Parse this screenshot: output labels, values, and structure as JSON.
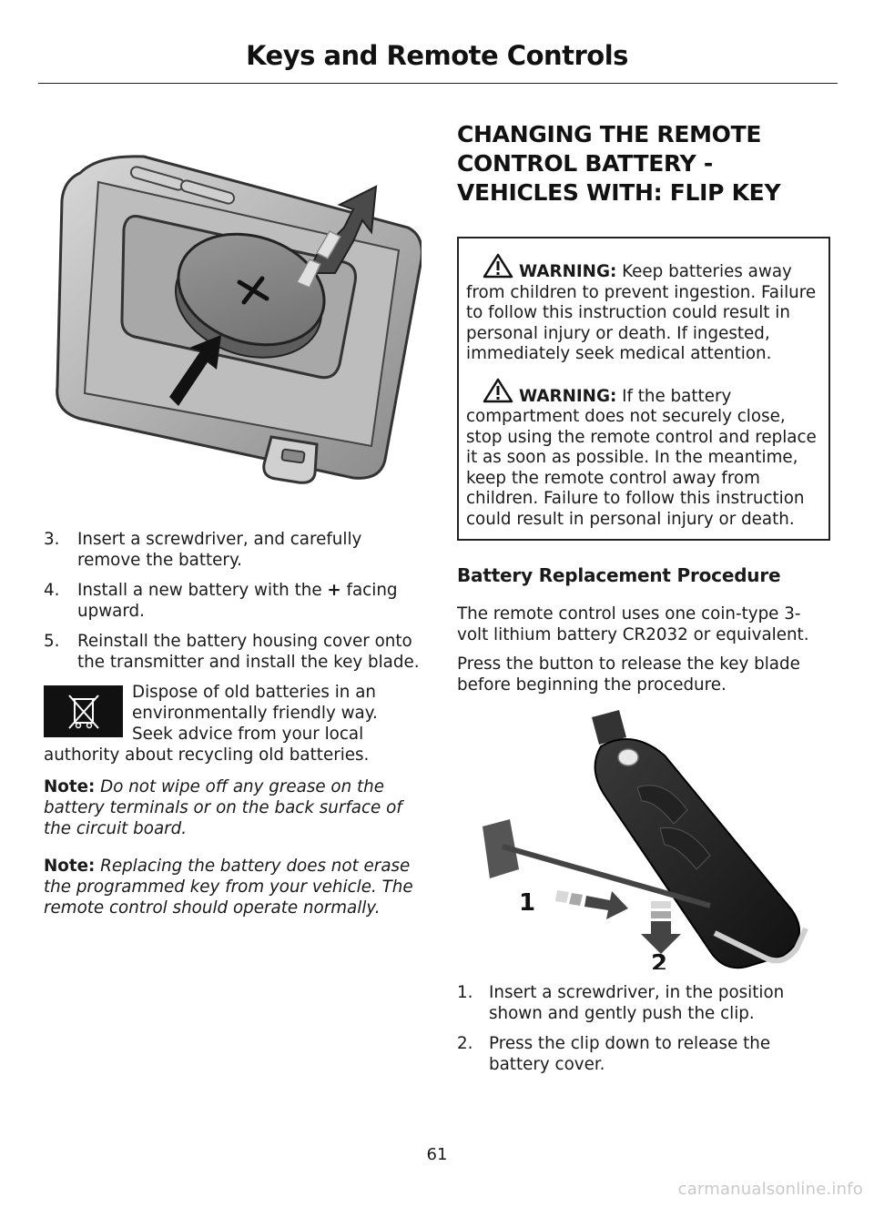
{
  "header": {
    "title": "Keys and Remote Controls"
  },
  "left": {
    "steps": [
      {
        "num": "3.",
        "text": "Insert a screwdriver, and carefully remove the battery."
      },
      {
        "num": "4.",
        "text_before": "Install a new battery with the ",
        "symbol": "+",
        "text_after": " facing upward."
      },
      {
        "num": "5.",
        "text": "Reinstall the battery housing cover onto the transmitter and install the key blade."
      }
    ],
    "recycle_text": "Dispose of old batteries in an environmentally friendly way. Seek advice from your local authority about recycling old batteries.",
    "notes": [
      {
        "label": "Note:",
        "text": " Do not wipe off any grease on the battery terminals or on the back surface of the circuit board."
      },
      {
        "label": "Note:",
        "text": "  Replacing the battery does not erase the programmed key from your vehicle.  The remote control should operate normally."
      }
    ]
  },
  "right": {
    "section_title": "CHANGING THE REMOTE CONTROL BATTERY - VEHICLES WITH: FLIP KEY",
    "warnings": [
      {
        "label": "WARNING:",
        "text": " Keep batteries away from children to prevent ingestion. Failure to follow this instruction could result in personal injury or death. If ingested, immediately seek medical attention."
      },
      {
        "label": "WARNING:",
        "text": " If the battery compartment does not securely close, stop using the remote control and replace it as soon as possible. In the meantime, keep the remote control away from children. Failure to follow this instruction could result in personal injury or death."
      }
    ],
    "subheading": "Battery Replacement Procedure",
    "paragraphs": [
      "The remote control uses one coin-type 3-volt lithium battery CR2032 or equivalent.",
      "Press the button to release the key blade before beginning the procedure."
    ],
    "figure_labels": {
      "one": "1",
      "two": "2"
    },
    "steps": [
      {
        "num": "1.",
        "text": "Insert a screwdriver, in the position shown and gently push the clip."
      },
      {
        "num": "2.",
        "text": "Press the clip down to release the battery cover."
      }
    ]
  },
  "footer": {
    "page_number": "61",
    "watermark": "carmanualsonline.info"
  }
}
